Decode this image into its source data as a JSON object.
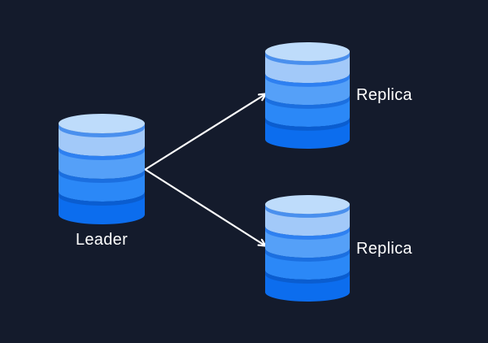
{
  "canvas": {
    "background_color": "#141B2C",
    "text_color": "#FFFFFF"
  },
  "nodes": {
    "leader": {
      "label": "Leader",
      "icon": "database-cylinder-icon"
    },
    "replica_top": {
      "label": "Replica",
      "icon": "database-cylinder-icon"
    },
    "replica_bottom": {
      "label": "Replica",
      "icon": "database-cylinder-icon"
    }
  },
  "cylinder_style": {
    "lid_color": "#BEDCFB",
    "band_colors": [
      "#A2C9F9",
      "#55A0F8",
      "#2B88F7",
      "#0C6DEE"
    ],
    "stripe_colors": [
      "#4A90EE",
      "#2E80F1",
      "#1B6FE0",
      "#0A5DD0"
    ]
  },
  "arrows": {
    "color": "#FFFFFF",
    "connections": [
      {
        "from": "leader",
        "to": "replica_top"
      },
      {
        "from": "leader",
        "to": "replica_bottom"
      }
    ]
  }
}
